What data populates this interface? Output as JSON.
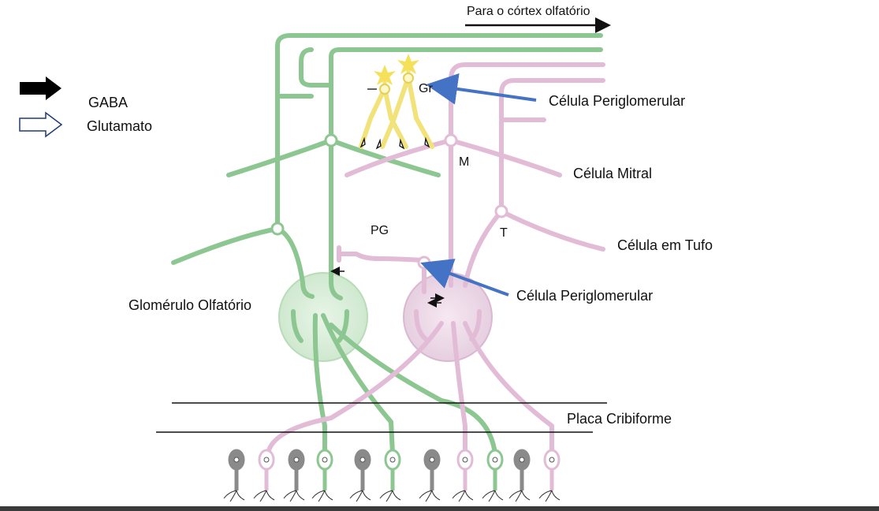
{
  "legend": {
    "gaba": "GABA",
    "glutamato": "Glutamato"
  },
  "diagram": {
    "top_label": "Para o córtex olfatório",
    "gr": "Gr",
    "m": "M",
    "t": "T",
    "pg": "PG"
  },
  "annotations": {
    "celula_periglomerular_top": "Célula Periglomerular",
    "celula_mitral": "Célula Mitral",
    "celula_em_tufo": "Célula em Tufo",
    "celula_periglomerular_bottom": "Célula Periglomerular",
    "glomerulo_olfatorio": "Glomérulo Olfatório",
    "placa_cribiforme": "Placa Cribiforme"
  },
  "colors": {
    "green": "#8cc690",
    "pink": "#e2bcd6",
    "yellow": "#f2e27a",
    "arrow_blue": "#4472c4",
    "gray_cell": "#8a8a8a"
  }
}
